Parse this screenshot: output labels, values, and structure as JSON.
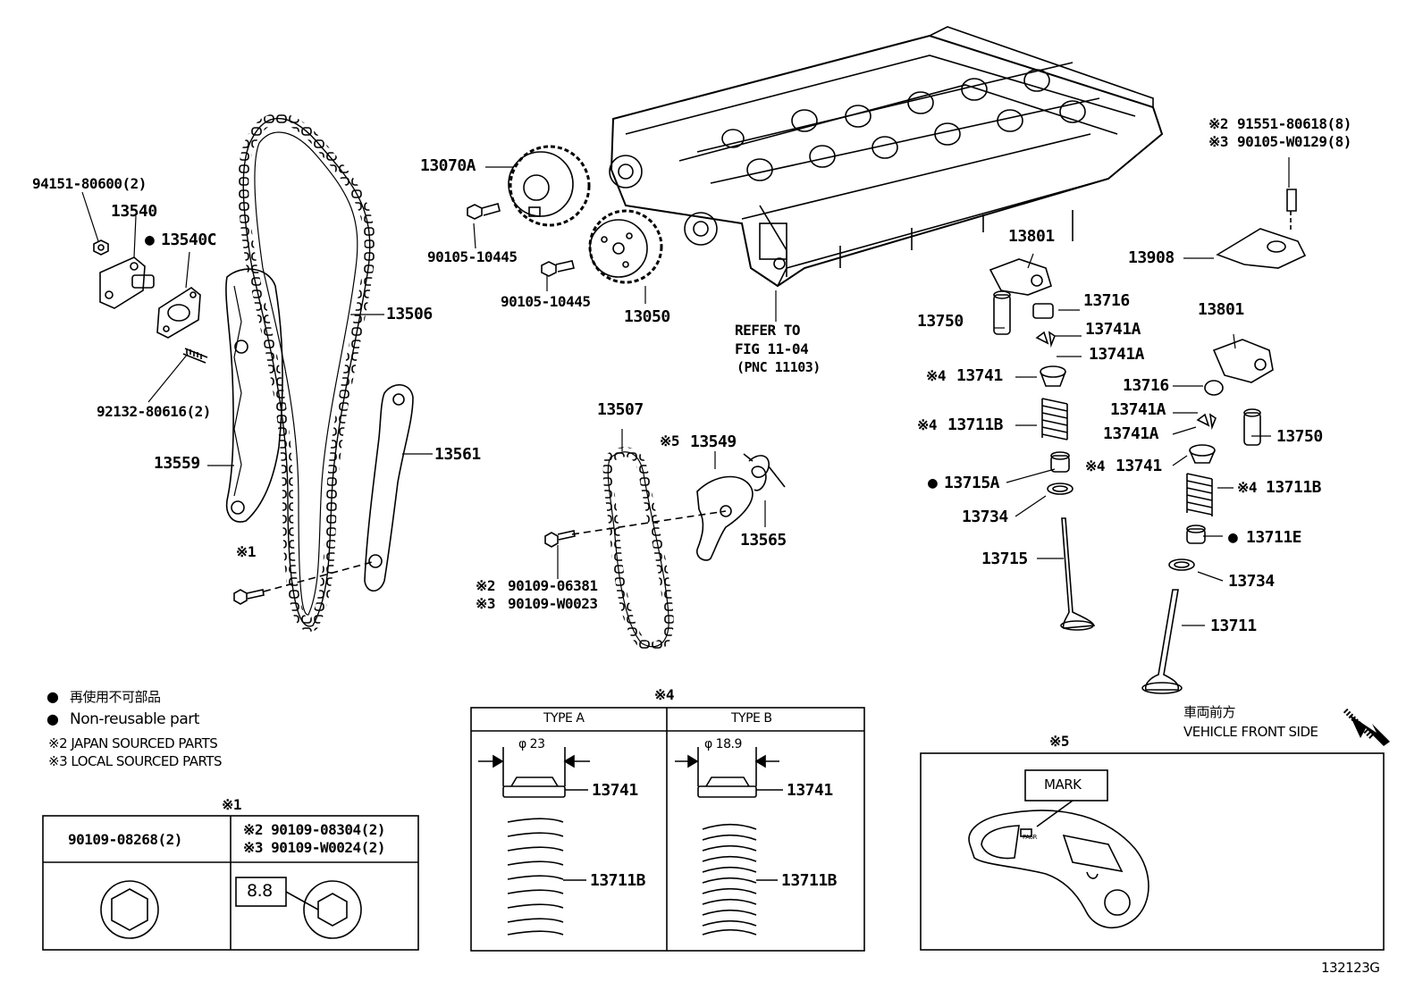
{
  "diagram": {
    "labels": {
      "p94151": "94151-80600(2)",
      "p13540": "13540",
      "p13540C": "13540C",
      "p92132": "92132-80616(2)",
      "p13559": "13559",
      "p13506": "13506",
      "p13561": "13561",
      "p13070A": "13070A",
      "p90105a": "90105-10445",
      "p90105b": "90105-10445",
      "p13050": "13050",
      "refer1": "REFER TO",
      "refer2": "FIG 11-04",
      "refer3": "(PNC 11103)",
      "p13507": "13507",
      "p13549": "13549",
      "p13565": "13565",
      "p90109a": "90109-06381",
      "p90109b": "90109-W0023",
      "p13801a": "13801",
      "p13716a": "13716",
      "p13750a": "13750",
      "p13741Aa": "13741A",
      "p13741Ab": "13741A",
      "p13741a": "13741",
      "p13711Ba": "13711B",
      "p13715A": "13715A",
      "p13734a": "13734",
      "p13715": "13715",
      "p91551": "91551-80618(8)",
      "p90105W": "90105-W0129(8)",
      "p13908": "13908",
      "p13801b": "13801",
      "p13716b": "13716",
      "p13741Ac": "13741A",
      "p13741Ad": "13741A",
      "p13750b": "13750",
      "p13741b": "13741",
      "p13711Bb": "13711B",
      "p13711E": "13711E",
      "p13734b": "13734",
      "p13711": "13711"
    },
    "markers": {
      "note1": "※1",
      "note2": "※2",
      "note3": "※3",
      "note4": "※4",
      "note5": "※5"
    },
    "legend": {
      "jp": "再使用不可部品",
      "en": "Non-reusable part",
      "japan": "※2  JAPAN SOURCED PARTS",
      "local": "※3  LOCAL SOURCED PARTS"
    },
    "box1": {
      "title": "※1",
      "left": "90109-08268(2)",
      "right1": "※2 90109-08304(2)",
      "right2": "※3 90109-W0024(2)",
      "grade": "8.8"
    },
    "box4": {
      "title": "※4",
      "typeA": "TYPE A",
      "typeB": "TYPE B",
      "diaA": "φ 23",
      "diaB": "φ 18.9",
      "part_seat": "13741",
      "part_spring": "13711B"
    },
    "box5": {
      "title": "※5",
      "mark": "MARK",
      "stamp": "PA6R"
    },
    "front": {
      "jp": "車両前方",
      "en": "VEHICLE FRONT SIDE"
    },
    "figure_id": "132123G"
  }
}
